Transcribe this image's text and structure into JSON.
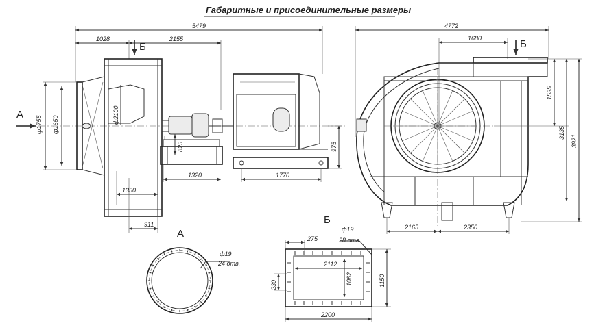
{
  "title": "Габаритные и присоединительные размеры",
  "views": {
    "a": "А",
    "b": "Б",
    "a_arrow": "А",
    "b_arrow_left": "Б",
    "b_arrow_right": "Б"
  },
  "dims": {
    "overall_length": "5479",
    "inlet_to_axis": "1028",
    "axis_to_motor": "2155",
    "dia_1755": "ф1755",
    "dia_1650": "ф1650",
    "dia_2100": "ф2100",
    "d_1350": "1350",
    "d_911": "911",
    "d_825": "825",
    "d_1320": "1320",
    "d_1770": "1770",
    "d_975": "975",
    "overall_width": "4772",
    "d_1680": "1680",
    "d_1535": "1535",
    "d_3135": "3135",
    "d_3921": "3921",
    "d_2165": "2165",
    "d_2350": "2350",
    "a_holes_dia": "ф19",
    "a_holes_count": "24 отв.",
    "b_275": "275",
    "b_holes_dia": "ф19",
    "b_holes_count": "28 отв.",
    "b_2112": "2112",
    "b_1062": "1062",
    "b_230": "230",
    "b_1150": "1150",
    "b_2200": "2200"
  }
}
